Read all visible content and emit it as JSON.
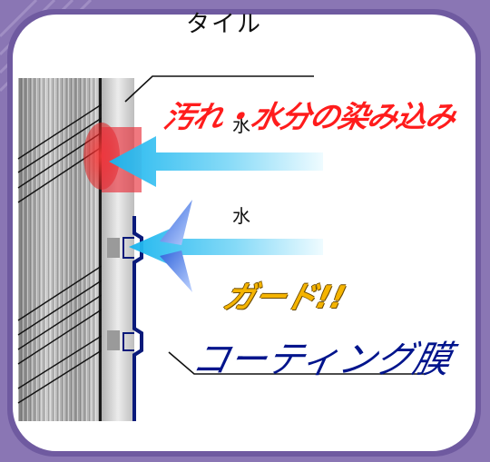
{
  "labels": {
    "tile": "タイル",
    "water_1": "水",
    "water_2": "水",
    "stain": "汚れ・水分の染み込み",
    "guard": "ガード!!",
    "coating": "コーティング膜"
  },
  "colors": {
    "frame_outer": "#8a76b4",
    "frame_inner": "#6f5aa0",
    "panel": "#ffffff",
    "wall_light": "#c8c8c8",
    "wall_dark": "#8c8c8c",
    "tile_face": "#d4d4d4",
    "arrow_light": "#e6f8ff",
    "arrow_dark": "#19b8f0",
    "stain_red": "#e8303a",
    "stain_text": "#ff1c1c",
    "guard_text": "#f5b400",
    "coating_line": "#0a1a7a",
    "coating_text": "#00148c",
    "splash": "#3b6fe0"
  }
}
